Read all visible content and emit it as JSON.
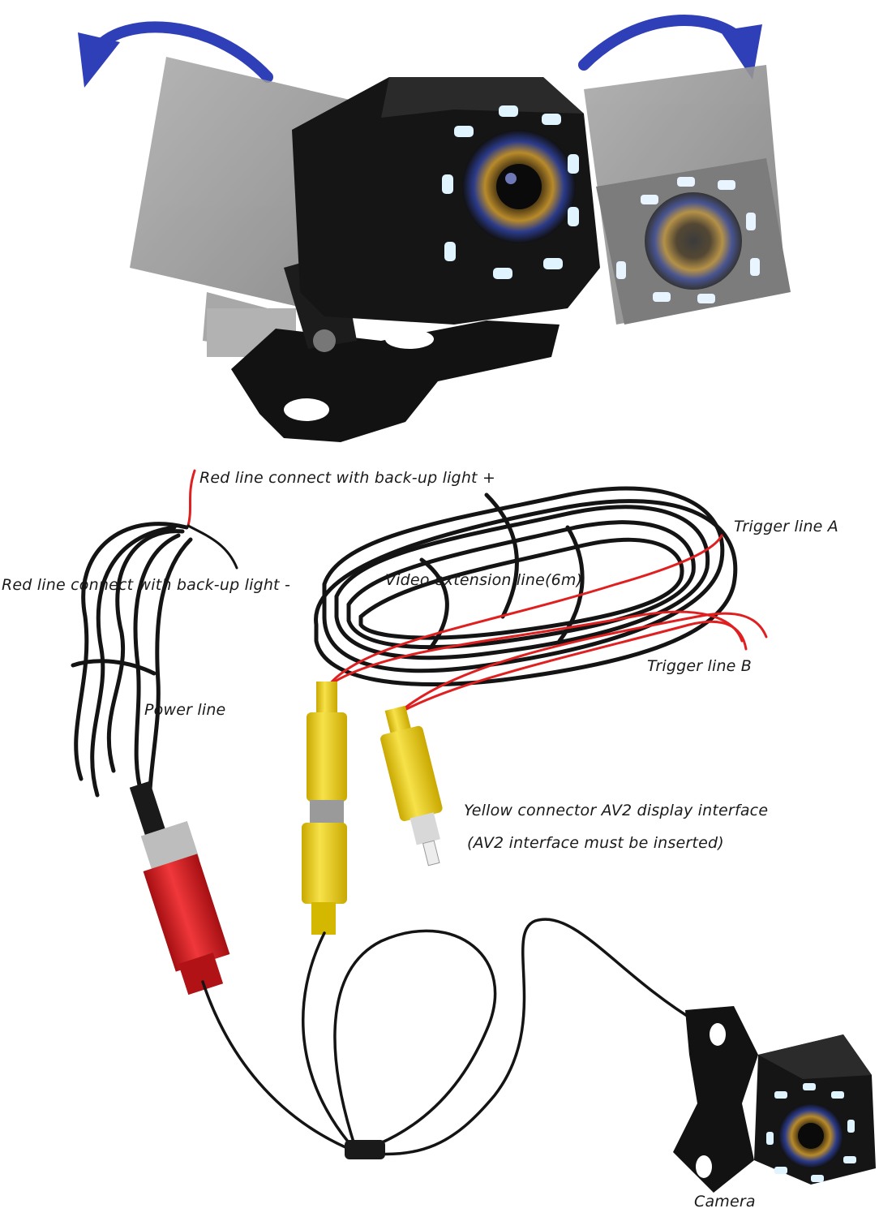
{
  "colors": {
    "arrow": "#2f3fb8",
    "cable": "#141414",
    "red_wire": "#e02020",
    "yellow_connector": "#f2d31b",
    "red_connector": "#e8262a",
    "led": "#dff4ff",
    "camera_body": "#151515",
    "ghost_camera": "#8c8c8c"
  },
  "labels": {
    "red_plus": "Red line connect with back-up light +",
    "red_minus": "Red line connect with back-up light -",
    "video_ext": "Video extension line(6m)",
    "trigger_a": "Trigger line A",
    "trigger_b": "Trigger line B",
    "power_line": "Power line",
    "yellow_connector": "Yellow connector AV2 display interface",
    "av2_note": "(AV2 interface must be inserted)",
    "camera": "Camera"
  }
}
